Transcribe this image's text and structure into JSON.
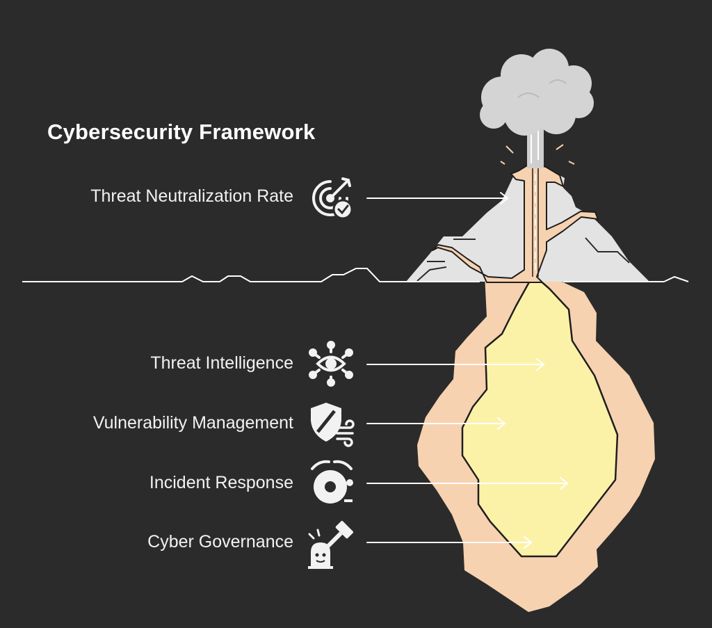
{
  "title": "Cybersecurity Framework",
  "items": [
    {
      "label": "Threat Neutralization Rate",
      "icon": "target-check-icon"
    },
    {
      "label": "Threat Intelligence",
      "icon": "eye-network-icon"
    },
    {
      "label": "Vulnerability Management",
      "icon": "shield-wind-icon"
    },
    {
      "label": "Incident Response",
      "icon": "alarm-bell-icon"
    },
    {
      "label": "Cyber Governance",
      "icon": "gavel-siren-icon"
    }
  ],
  "colors": {
    "background": "#2b2b2b",
    "text": "#f2f2f2",
    "rock": "#e3e3e3",
    "magma_outer": "#f7d2b0",
    "magma_inner": "#fbf2a8",
    "line": "#ffffff"
  }
}
